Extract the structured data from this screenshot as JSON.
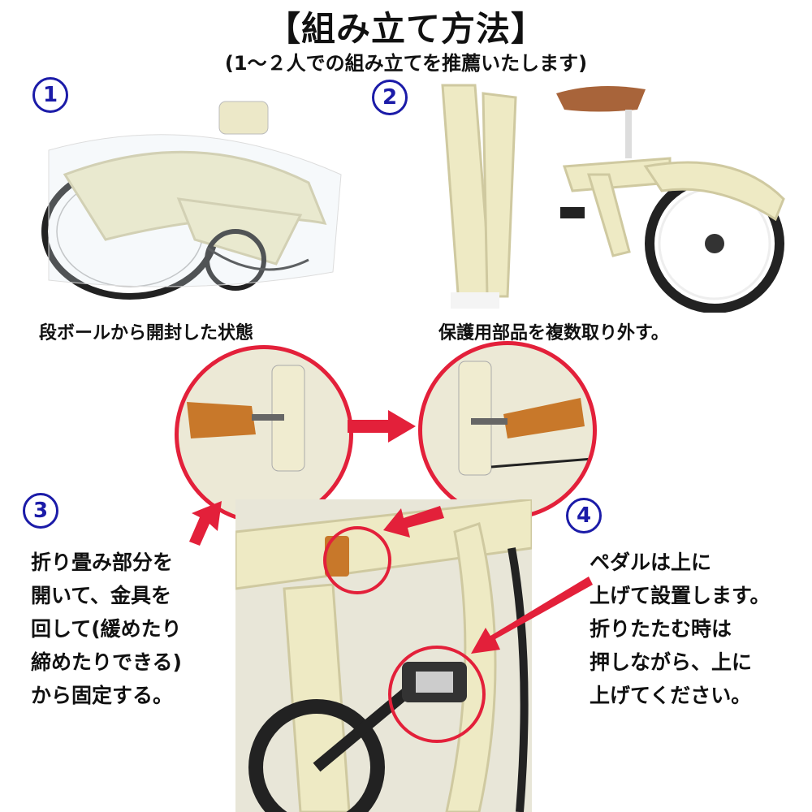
{
  "header": {
    "title": "【組み立て方法】",
    "subtitle": "(1～２人での組み立てを推薦いたします)"
  },
  "steps": [
    {
      "number": "1",
      "caption": "段ボールから開封した状態"
    },
    {
      "number": "2",
      "caption": "保護用部品を複数取り外す。"
    },
    {
      "number": "3",
      "lines": [
        "折り畳み部分を",
        "開いて、金具を",
        "回して(緩めたり",
        "締めたりできる)",
        "から固定する。"
      ]
    },
    {
      "number": "4",
      "lines": [
        "ペダルは上に",
        "上げて設置します。",
        "折りたたむ時は",
        "押しながら、上に",
        "上げてください。"
      ]
    }
  ],
  "colors": {
    "accent_red": "#e3203a",
    "number_blue": "#1b1ba8",
    "frame_cream": "#eeeac4",
    "saddle_brown": "#a8643a",
    "lever_orange": "#c8782a"
  }
}
